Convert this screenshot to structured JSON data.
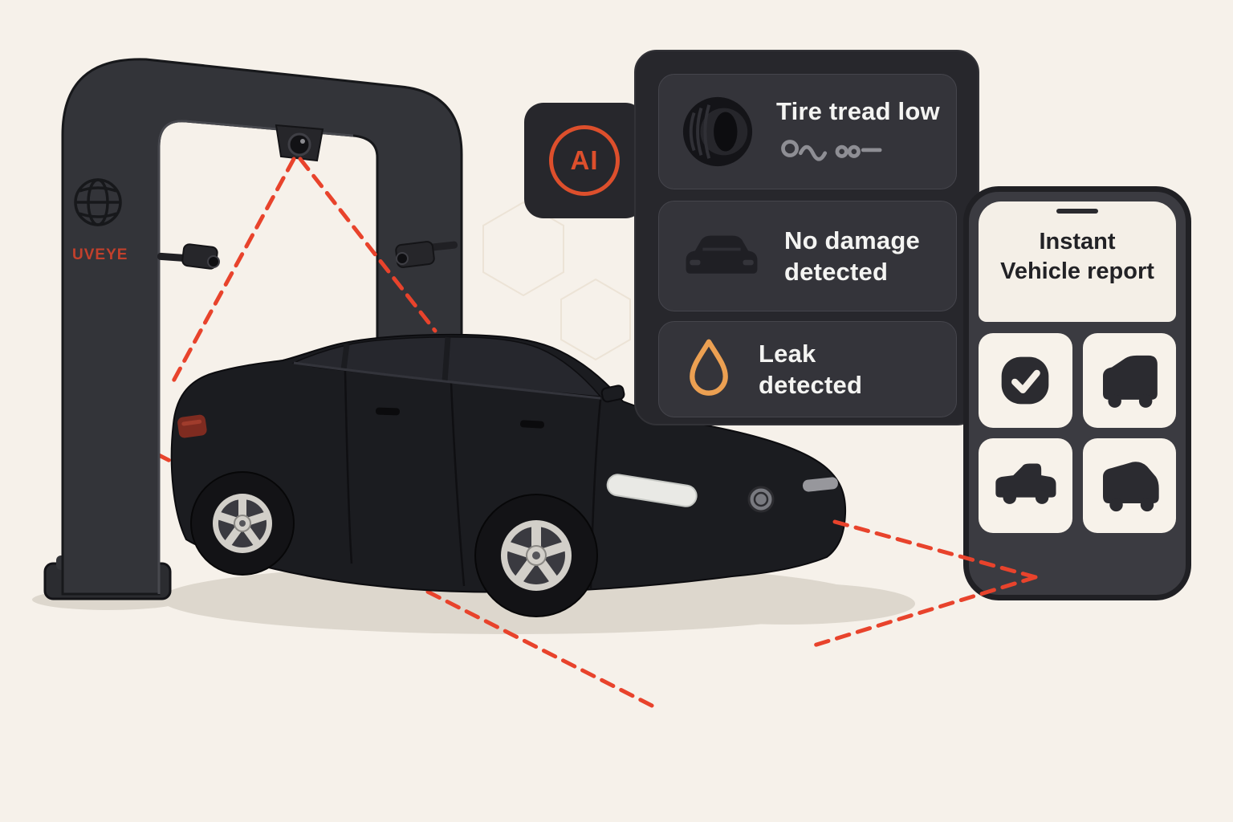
{
  "illustration": {
    "background": "#f6f1ea",
    "scan_color": "#e8432c",
    "accent": "#dd4f2c"
  },
  "arch": {
    "brand": "UVEYE",
    "logo_icon": "globe-icon"
  },
  "ai_badge": {
    "label": "AI"
  },
  "detection_panel": {
    "rows": [
      {
        "icon": "tire-icon",
        "line1": "Tire tread low",
        "line2": ""
      },
      {
        "icon": "car-front-icon",
        "line1": "No damage",
        "line2": "detected"
      },
      {
        "icon": "leak-drop-icon",
        "line1": "Leak",
        "line2": "detected"
      }
    ]
  },
  "phone": {
    "title_line1": "Instant",
    "title_line2": "Vehicle report",
    "tiles": [
      {
        "icon": "check-badge-icon"
      },
      {
        "icon": "vehicle-front-quarter-icon"
      },
      {
        "icon": "vehicle-side-icon"
      },
      {
        "icon": "vehicle-rear-quarter-icon"
      }
    ]
  }
}
